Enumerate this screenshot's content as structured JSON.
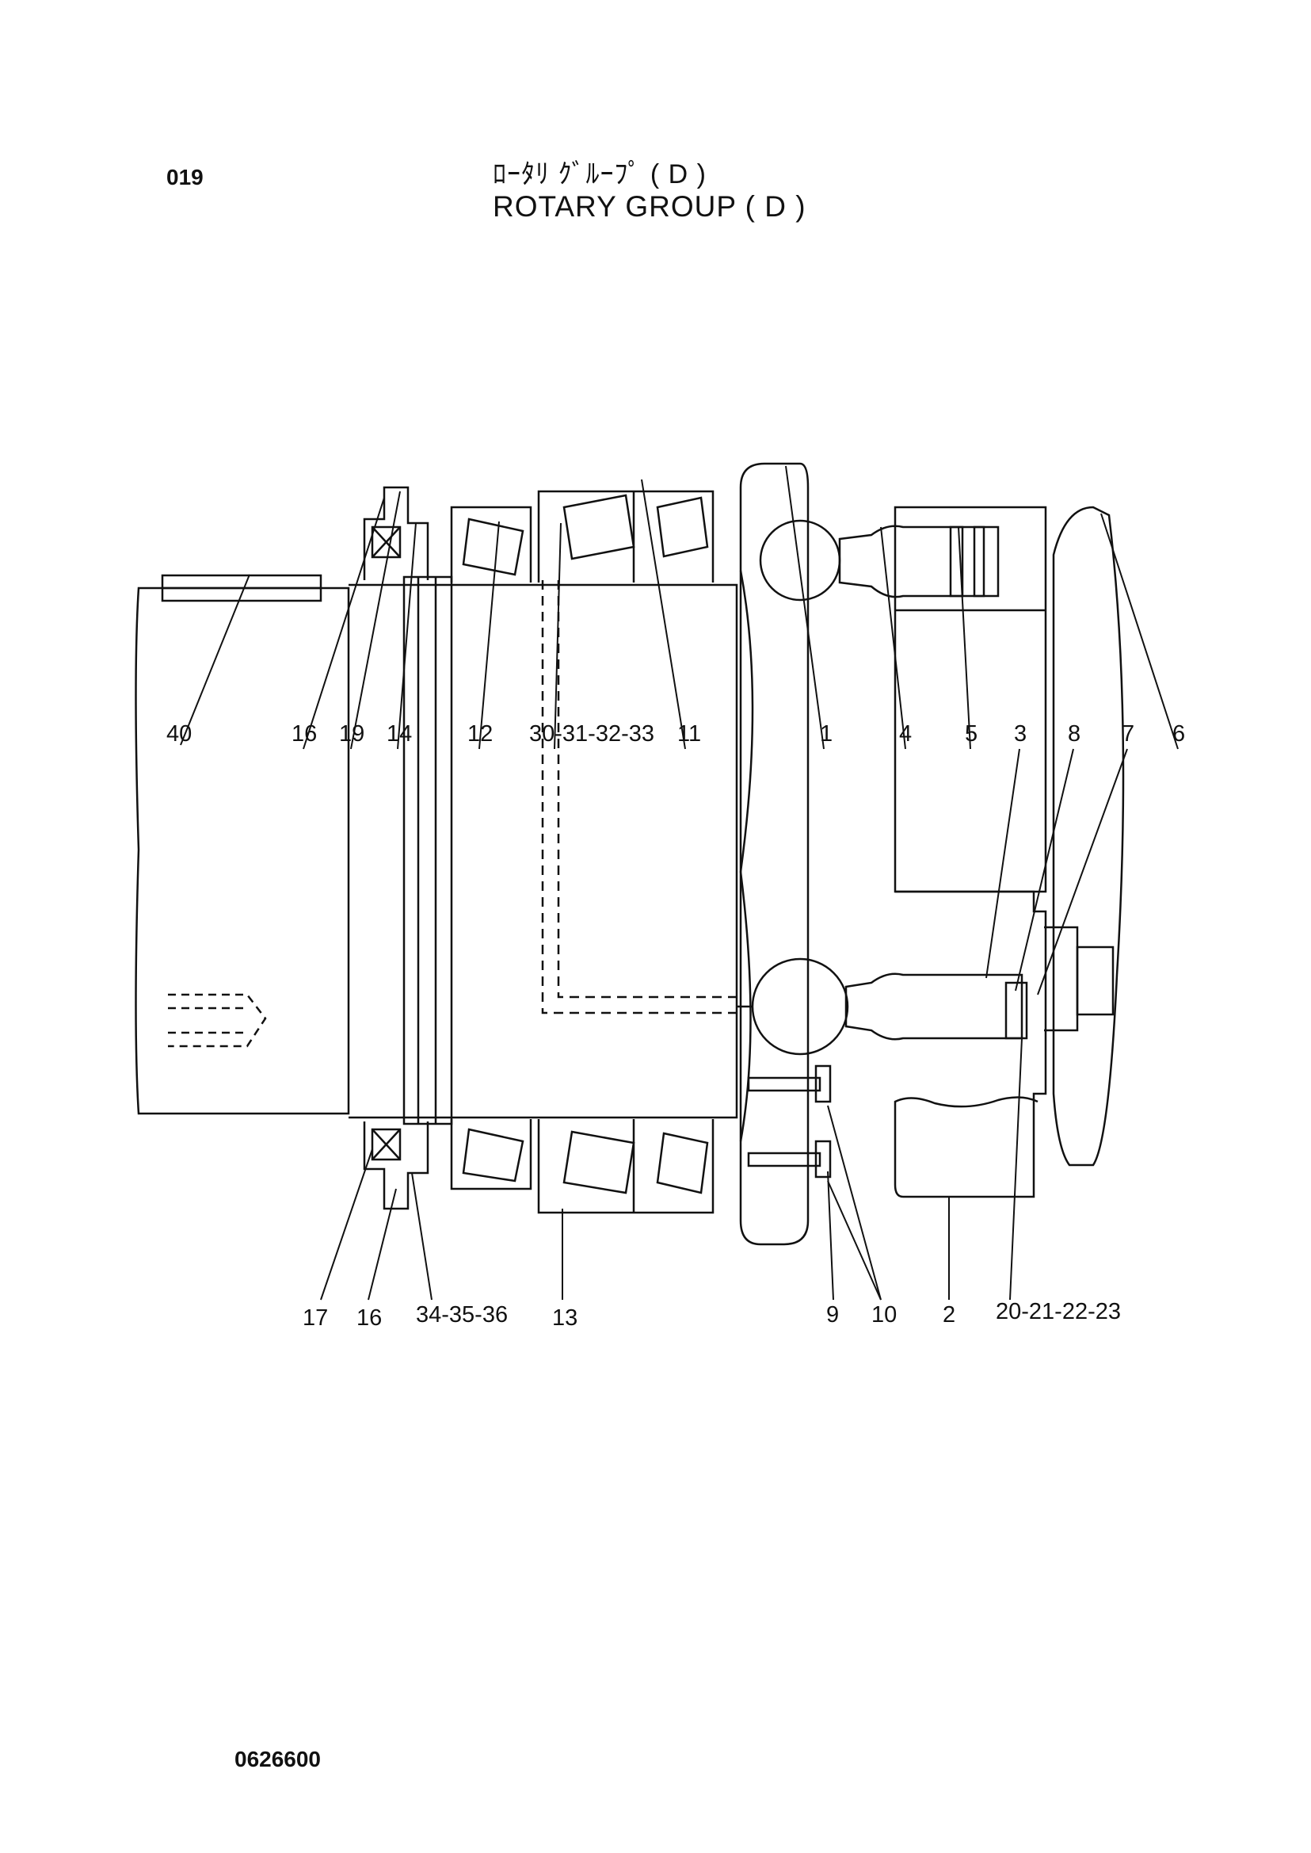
{
  "page_number": "019",
  "title_jp": "ﾛｰﾀﾘ ｸﾞﾙｰﾌﾟ ( D )",
  "title_en": "ROTARY GROUP ( D )",
  "drawing_code": "0626600",
  "callouts_top": [
    "40",
    "16",
    "19",
    "14",
    "12",
    "30-31-32-33",
    "11",
    "1",
    "4",
    "5",
    "3",
    "8",
    "7",
    "6"
  ],
  "callouts_bottom": [
    "17",
    "16",
    "34-35-36",
    "13",
    "9",
    "10",
    "2",
    "20-21-22-23"
  ]
}
